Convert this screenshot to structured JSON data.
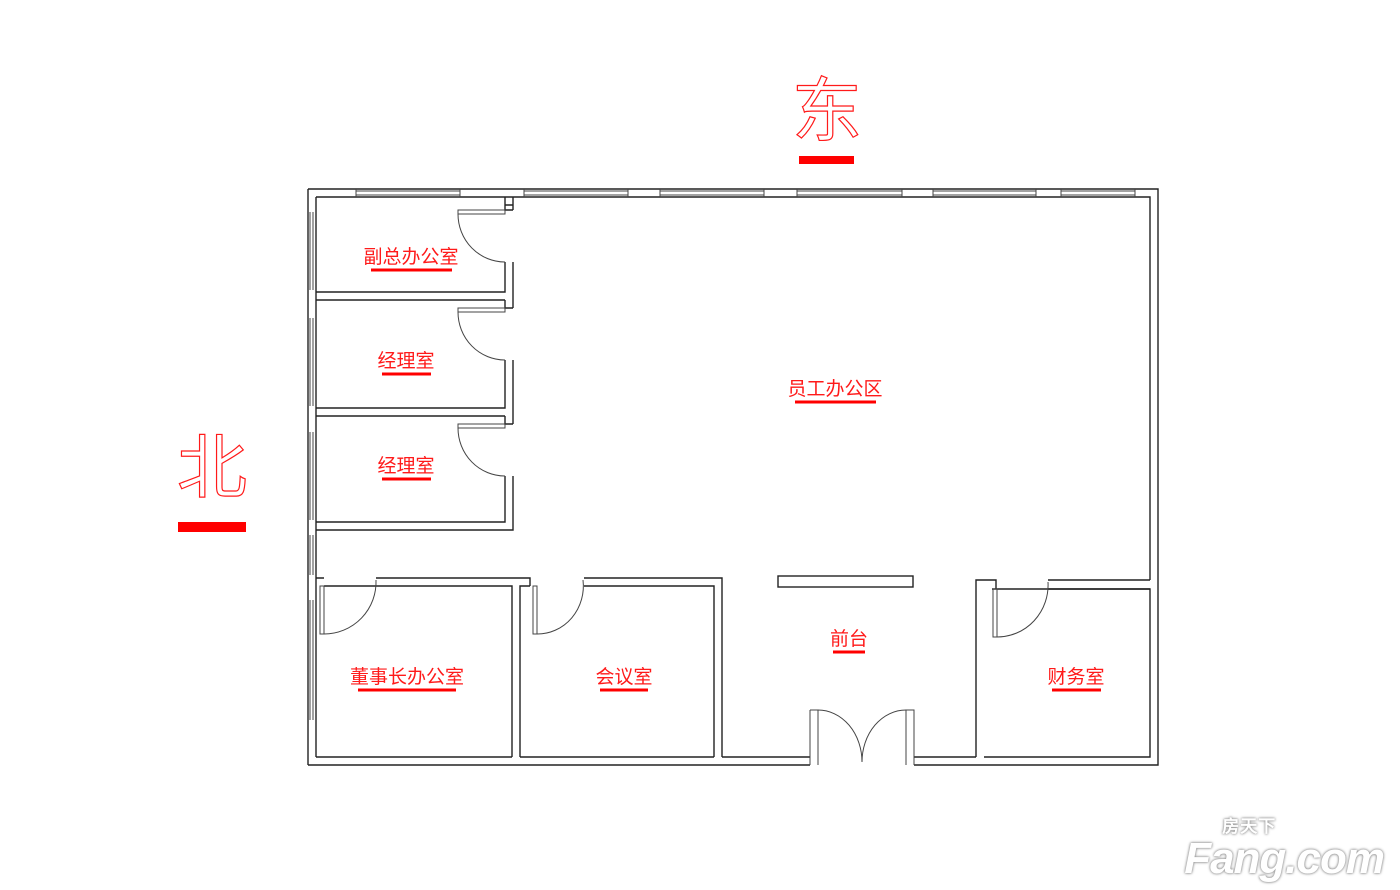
{
  "compass": {
    "east": "东",
    "north": "北"
  },
  "rooms": {
    "vice_office": "副总办公室",
    "manager_1": "经理室",
    "manager_2": "经理室",
    "staff_area": "员工办公区",
    "reception": "前台",
    "chairman_office": "董事长办公室",
    "meeting_room": "会议室",
    "finance_room": "财务室"
  },
  "watermark": {
    "brand": "Fang.com",
    "cn": "房天下"
  },
  "colors": {
    "label": "#ff1a1a",
    "wall": "#222222"
  }
}
